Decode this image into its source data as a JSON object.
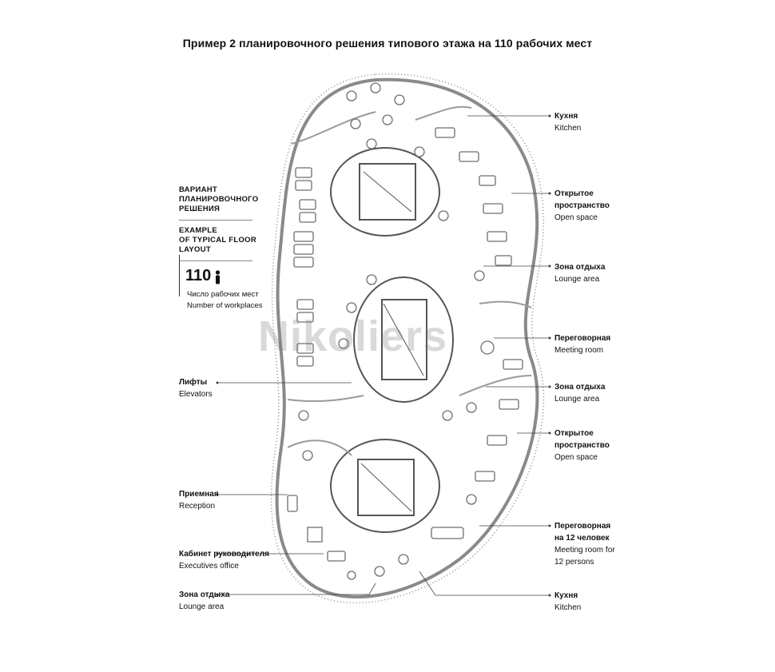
{
  "title": "Пример 2 планировочного решения типового этажа на 110 рабочих мест",
  "legend": {
    "heading_ru": [
      "ВАРИАНТ",
      "ПЛАНИРОВОЧНОГО",
      "РЕШЕНИЯ"
    ],
    "heading_en": [
      "EXAMPLE",
      "OF TYPICAL FLOOR",
      "LAYOUT"
    ],
    "count": "110",
    "icon": "person-icon",
    "caption_ru": "Число рабочих мест",
    "caption_en": "Number of workplaces"
  },
  "watermark": "Nikoliers",
  "callouts_right": [
    {
      "ru": "Кухня",
      "en": "Kitchen"
    },
    {
      "ru": "Открытое пространство",
      "en": "Open space"
    },
    {
      "ru": "Зона отдыха",
      "en": "Lounge area"
    },
    {
      "ru": "Переговорная",
      "en": "Meeting room"
    },
    {
      "ru": "Зона отдыха",
      "en": "Lounge area"
    },
    {
      "ru": "Открытое пространство",
      "en": "Open space"
    },
    {
      "ru": "Переговорная на 12 человек",
      "en": "Meeting room for 12 persons"
    },
    {
      "ru": "Кухня",
      "en": "Kitchen"
    }
  ],
  "callouts_left": [
    {
      "ru": "Лифты",
      "en": "Elevators"
    },
    {
      "ru": "Приемная",
      "en": "Reception"
    },
    {
      "ru": "Кабинет руководителя",
      "en": "Executives office"
    },
    {
      "ru": "Зона отдыха",
      "en": "Lounge area"
    }
  ],
  "colors": {
    "outline": "#8a8a8a",
    "wall": "#555555",
    "furniture": "#6e6e6e"
  }
}
